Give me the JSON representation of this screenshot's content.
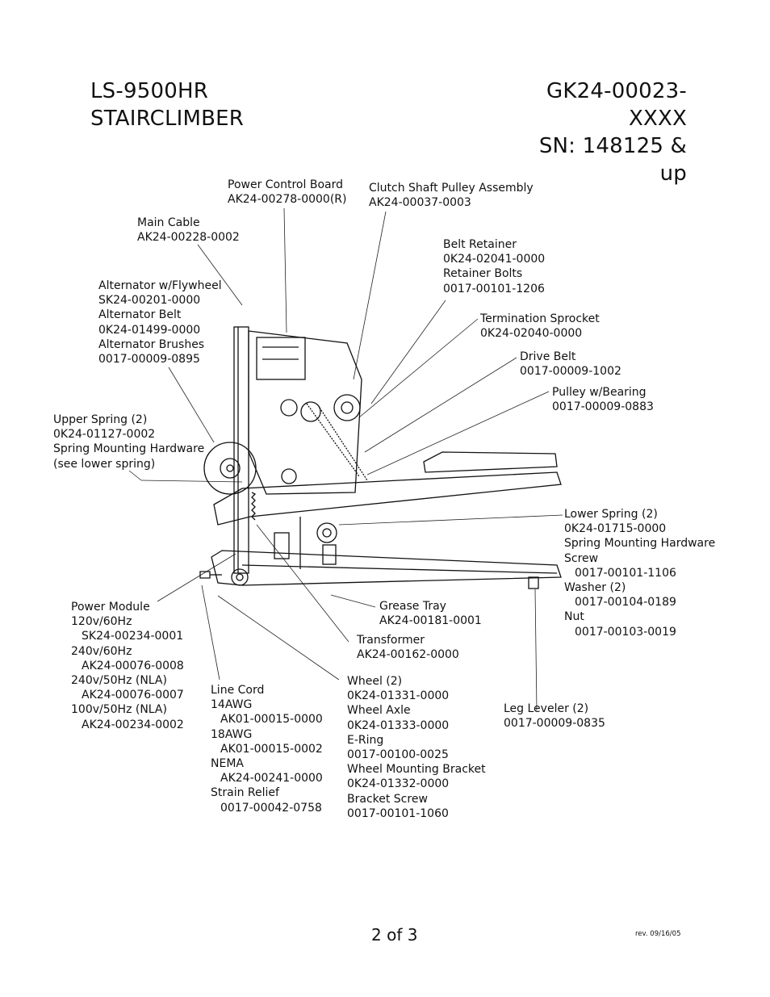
{
  "header": {
    "model": "LS-9500HR",
    "product": "STAIRCLIMBER",
    "assembly": "GK24-00023-XXXX",
    "serial": "SN: 148125 & up"
  },
  "callouts": {
    "power_control_board": [
      "Power Control Board",
      "AK24-00278-0000(R)"
    ],
    "clutch_shaft": [
      "Clutch Shaft Pulley Assembly",
      "AK24-00037-0003"
    ],
    "main_cable": [
      "Main Cable",
      "AK24-00228-0002"
    ],
    "belt_retainer": [
      "Belt Retainer",
      "0K24-02041-0000",
      "Retainer Bolts",
      "0017-00101-1206"
    ],
    "alternator": [
      "Alternator w/Flywheel",
      "SK24-00201-0000",
      "Alternator Belt",
      "0K24-01499-0000",
      "Alternator Brushes",
      "0017-00009-0895"
    ],
    "termination_sprocket": [
      "Termination Sprocket",
      "0K24-02040-0000"
    ],
    "drive_belt": [
      "Drive Belt",
      "0017-00009-1002"
    ],
    "pulley": [
      "Pulley w/Bearing",
      "0017-00009-0883"
    ],
    "upper_spring": [
      "Upper Spring (2)",
      "0K24-01127-0002",
      "Spring Mounting Hardware",
      "(see lower spring)"
    ],
    "lower_spring": [
      "Lower Spring (2)",
      "0K24-01715-0000",
      "Spring Mounting Hardware",
      "Screw",
      "0017-00101-1106",
      "Washer (2)",
      "0017-00104-0189",
      "Nut",
      "0017-00103-0019"
    ],
    "power_module": [
      "Power Module",
      "120v/60Hz",
      "SK24-00234-0001",
      "240v/60Hz",
      "AK24-00076-0008",
      "240v/50Hz (NLA)",
      "AK24-00076-0007",
      "100v/50Hz (NLA)",
      "AK24-00234-0002"
    ],
    "grease_tray": [
      "Grease Tray",
      "AK24-00181-0001"
    ],
    "transformer": [
      "Transformer",
      "AK24-00162-0000"
    ],
    "line_cord": [
      "Line  Cord",
      "14AWG",
      "AK01-00015-0000",
      "18AWG",
      "AK01-00015-0002",
      "NEMA",
      "AK24-00241-0000",
      "Strain Relief",
      "0017-00042-0758"
    ],
    "wheel": [
      "Wheel (2)",
      "0K24-01331-0000",
      "Wheel Axle",
      "0K24-01333-0000",
      "E-Ring",
      "0017-00100-0025",
      "Wheel Mounting Bracket",
      "0K24-01332-0000",
      "Bracket Screw",
      "0017-00101-1060"
    ],
    "leg_leveler": [
      "Leg Leveler (2)",
      "0017-00009-0835"
    ]
  },
  "footer": {
    "page": "2 of 3",
    "revision": "rev. 09/16/05"
  }
}
